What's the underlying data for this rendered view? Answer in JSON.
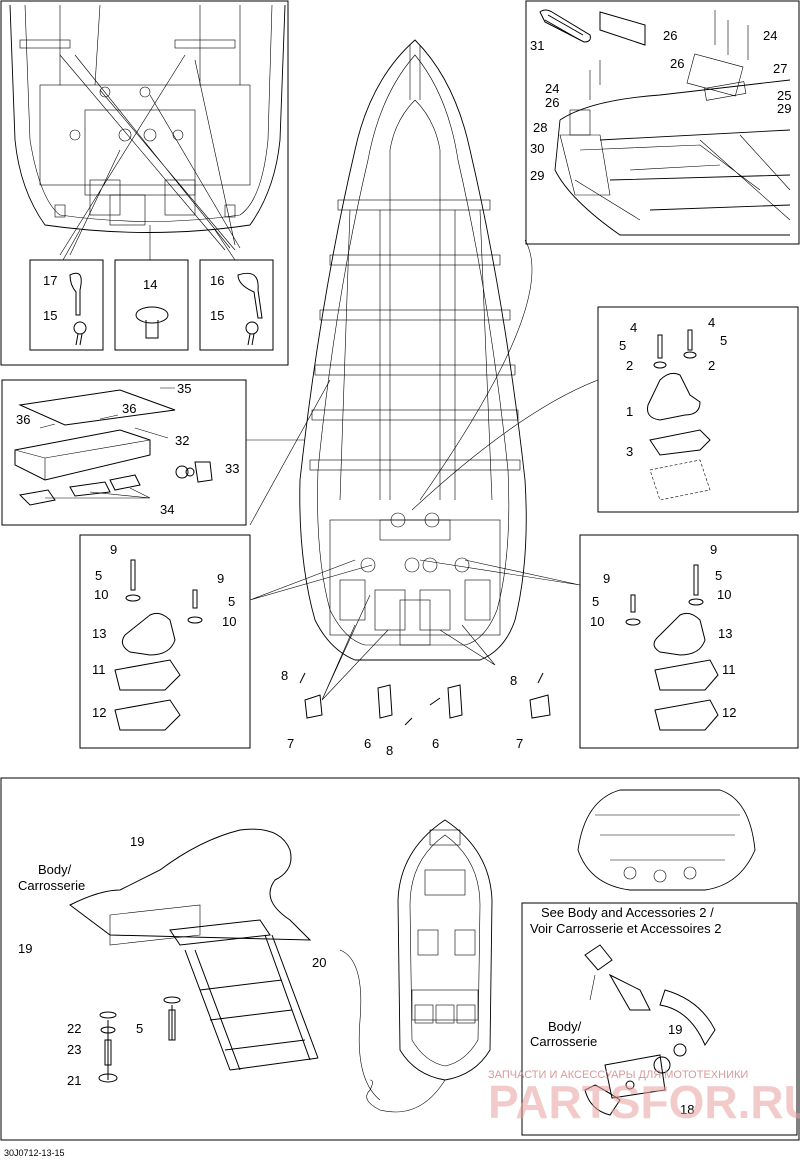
{
  "diagram": {
    "reference_code": "30J0712-13-15",
    "notes": {
      "body_carrosserie_left_1": "Body/",
      "body_carrosserie_left_2": "Carrosserie",
      "body_carrosserie_right_1": "Body/",
      "body_carrosserie_right_2": "Carrosserie",
      "see_body_1": "See Body and Accessories 2 /",
      "see_body_2": "Voir Carrosserie et Accessoires 2"
    },
    "callouts": {
      "c1": "1",
      "c2a": "2",
      "c2b": "2",
      "c3": "3",
      "c4a": "4",
      "c4b": "4",
      "c5a": "5",
      "c5b": "5",
      "c5c": "5",
      "c5d": "5",
      "c5e": "5",
      "c5f": "5",
      "c5g": "5",
      "c6a": "6",
      "c6b": "6",
      "c7a": "7",
      "c7b": "7",
      "c8a": "8",
      "c8b": "8",
      "c8c": "8",
      "c9a": "9",
      "c9b": "9",
      "c9c": "9",
      "c9d": "9",
      "c10a": "10",
      "c10b": "10",
      "c10c": "10",
      "c10d": "10",
      "c11a": "11",
      "c11b": "11",
      "c12a": "12",
      "c12b": "12",
      "c13a": "13",
      "c13b": "13",
      "c14": "14",
      "c15a": "15",
      "c15b": "15",
      "c16": "16",
      "c17": "17",
      "c18": "18",
      "c19a": "19",
      "c19b": "19",
      "c19c": "19",
      "c20": "20",
      "c21": "21",
      "c22": "22",
      "c23": "23",
      "c24a": "24",
      "c24b": "24",
      "c25": "25",
      "c26a": "26",
      "c26b": "26",
      "c26c": "26",
      "c27": "27",
      "c28": "28",
      "c29a": "29",
      "c29b": "29",
      "c30": "30",
      "c31": "31",
      "c32": "32",
      "c33": "33",
      "c34": "34",
      "c35": "35",
      "c36a": "36",
      "c36b": "36"
    },
    "watermark": {
      "brand": "PARTSFOR.RU",
      "tagline": "ЗАПЧАСТИ И АКСЕССУАРЫ ДЛЯ МОТОТЕХНИКИ"
    }
  }
}
